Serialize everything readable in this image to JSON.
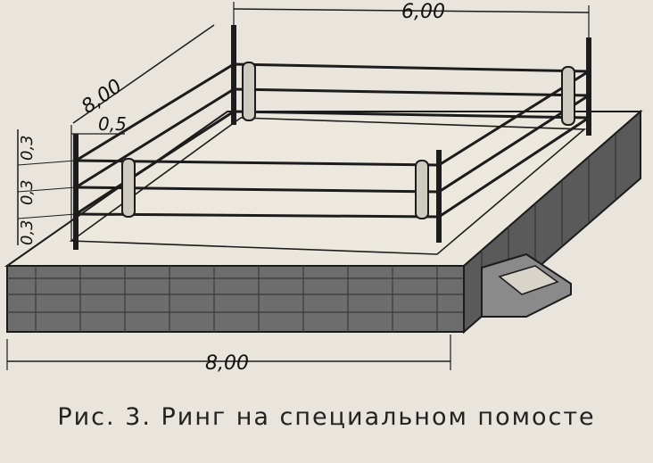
{
  "dimensions": {
    "top_width": "6,00",
    "left_length": "8,00",
    "post_offset": "0,5",
    "rope_gap_1": "0,3",
    "rope_gap_2": "0,3",
    "rope_gap_3": "0,3",
    "bottom_width": "8,00"
  },
  "caption": "Рис. 3. Ринг на специальном помосте"
}
